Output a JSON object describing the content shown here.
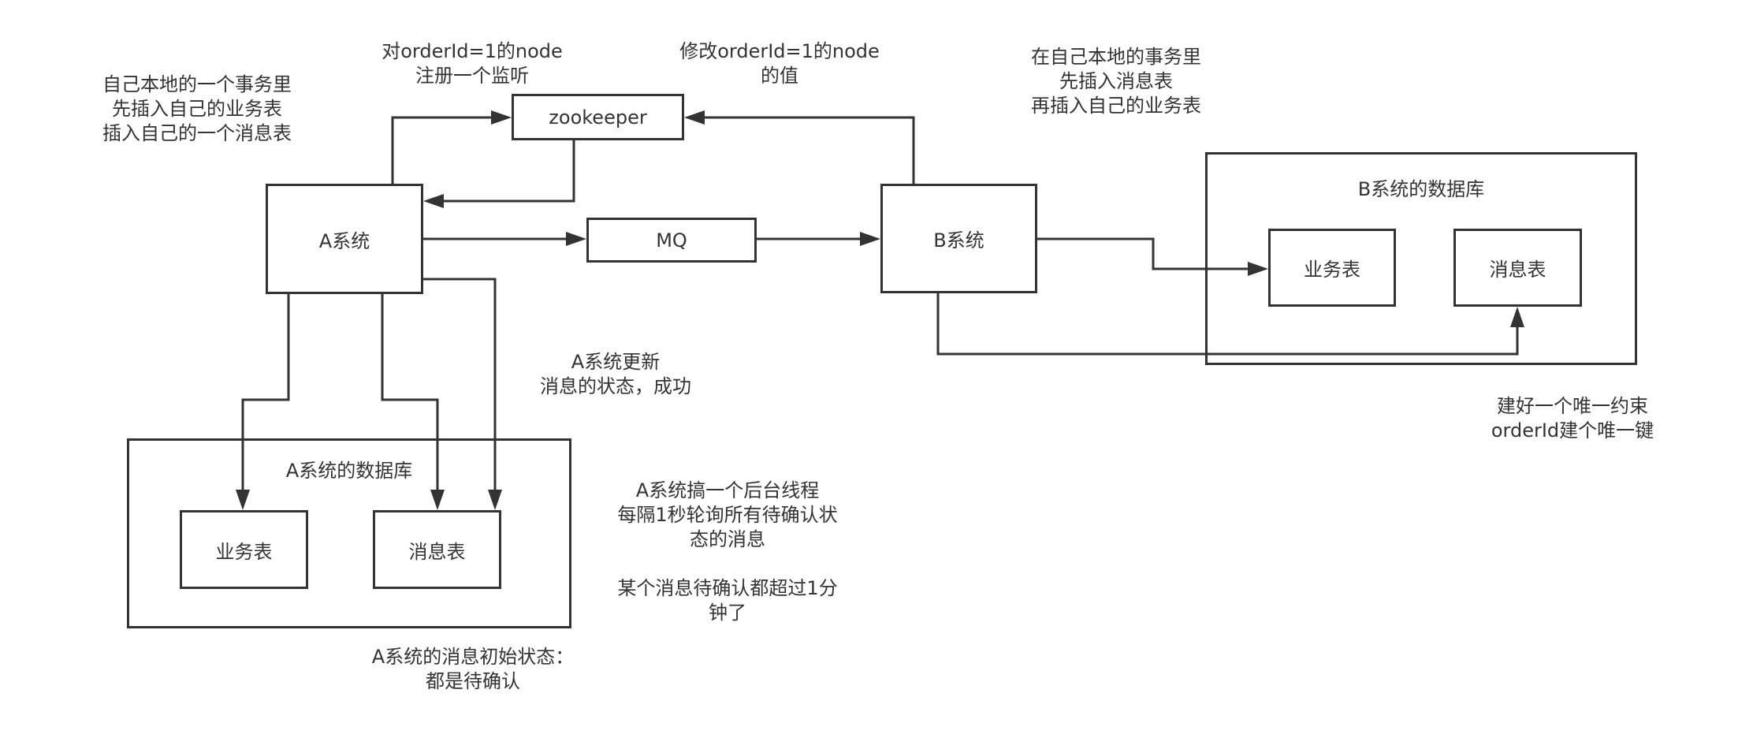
{
  "nodes": {
    "zookeeper": "zookeeper",
    "a_system": "A系统",
    "mq": "MQ",
    "b_system": "B系统",
    "a_db_title": "A系统的数据库",
    "a_biz_table": "业务表",
    "a_msg_table": "消息表",
    "b_db_title": "B系统的数据库",
    "b_biz_table": "业务表",
    "b_msg_table": "消息表"
  },
  "annotations": {
    "a_local_tx": "自己本地的一个事务里\n先插入自己的业务表\n插入自己的一个消息表",
    "register_listener": "对orderId=1的node\n注册一个监听",
    "modify_node": "修改orderId=1的node\n的值",
    "b_local_tx": "在自己本地的事务里\n先插入消息表\n再插入自己的业务表",
    "a_update_status": "A系统更新\n消息的状态，成功",
    "unique_constraint": "建好一个唯一约束\norderId建个唯一键",
    "background_thread": "A系统搞一个后台线程\n每隔1秒轮询所有待确认状\n态的消息\n\n某个消息待确认都超过1分\n钟了",
    "initial_status": "A系统的消息初始状态：\n都是待确认"
  },
  "colors": {
    "stroke": "#333333",
    "text": "#333333",
    "background": "#ffffff"
  }
}
